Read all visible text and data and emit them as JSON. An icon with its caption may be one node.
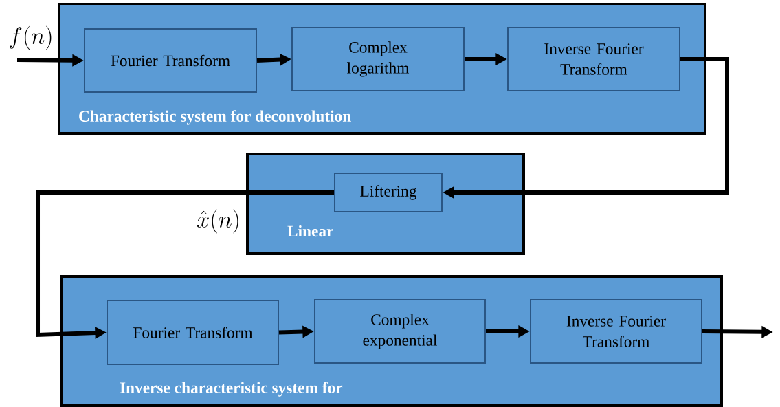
{
  "diagram": {
    "nodes": [
      {
        "text": [
          "Characteristic system for deconvolution"
        ]
      },
      {
        "text": [
          "Fourier Transform"
        ],
        "in": 0
      },
      {
        "text": [
          "Complex logarithm"
        ],
        "in": 0
      },
      {
        "text": [
          "Inverse Fourier Transform"
        ],
        "in": 0
      },
      {
        "text": [
          "Linear"
        ]
      },
      {
        "text": [
          "Liftering"
        ],
        "in": 4
      },
      {
        "text": [
          "Inverse characteristic system for"
        ]
      },
      {
        "text": [
          "Fourier Transform"
        ],
        "in": 6
      },
      {
        "text": [
          "Complex exponential"
        ],
        "in": 6
      },
      {
        "text": [
          "Inverse Fourier Transform"
        ],
        "in": 6
      }
    ],
    "edges": [
      {
        "from": null,
        "to": 1,
        "arrow": "to",
        "label": "f(n)"
      },
      {
        "from": 1,
        "to": 2,
        "arrow": "to"
      },
      {
        "from": 2,
        "to": 3,
        "arrow": "to"
      },
      {
        "from": 3,
        "to": 5,
        "arrow": "to"
      },
      {
        "from": 5,
        "to": 7,
        "arrow": "to",
        "label": "\\hat{x}(n)"
      },
      {
        "from": 7,
        "to": 8,
        "arrow": "to"
      },
      {
        "from": 8,
        "to": 9,
        "arrow": "to"
      },
      {
        "from": 9,
        "to": null,
        "arrow": "to"
      }
    ]
  }
}
